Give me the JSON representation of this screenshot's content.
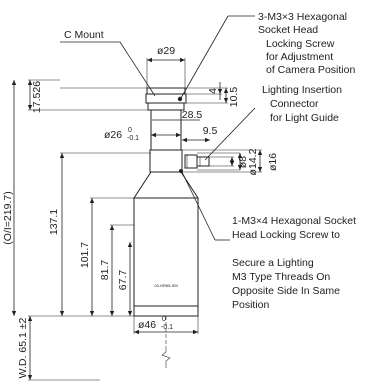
{
  "callouts": {
    "c_mount": "C Mount",
    "screw_top": [
      "3-M3×3 Hexagonal",
      "Socket Head",
      "Locking Screw",
      "for Adjustment",
      "of Camera Position"
    ],
    "lighting_connector": [
      "Lighting Insertion",
      "Connector",
      "for Light Guide"
    ],
    "screw_side": [
      "1-M3×4 Hexagonal Socket",
      "Head Locking Screw to"
    ],
    "note": [
      "Secure a Lighting",
      "M3 Type Threads On",
      "Opposite Side In Same",
      "Position"
    ]
  },
  "dimensions": {
    "top_dia": "ø29",
    "dim_4": "4",
    "dim_10_5": "10.5",
    "dim_28_5": "28.5",
    "dim_9_5": "9.5",
    "dia_26": "ø26",
    "dia_26_tol_upper": "0",
    "dia_26_tol_lower": "-0.1",
    "dia_8": "ø8",
    "dia_14_2": "ø14.2",
    "dia_16": "ø16",
    "dia_46": "ø46",
    "dia_46_tol_upper": "0",
    "dia_46_tol_lower": "-0.1",
    "height_17_526": "17.526",
    "height_137_1": "137.1",
    "height_101_7": "101.7",
    "height_81_7": "81.7",
    "height_67_7": "67.7",
    "oi": "(O/I=219.7)",
    "wd": "W.D. 65.1 ±2"
  },
  "lens_label": "03-HR65-SM"
}
